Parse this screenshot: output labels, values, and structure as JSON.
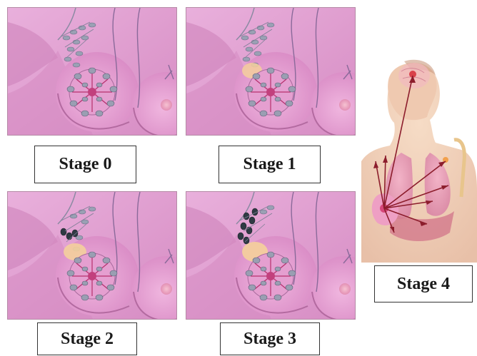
{
  "stages": [
    {
      "label": "Stage 0"
    },
    {
      "label": "Stage 1"
    },
    {
      "label": "Stage 2"
    },
    {
      "label": "Stage 3"
    },
    {
      "label": "Stage 4"
    }
  ],
  "colors": {
    "skin": "#e7a6d6",
    "skin_shadow": "#c97ab4",
    "lymph": "#8f8fa0",
    "nipple": "#f0b0c8",
    "tumor": "#f4cf9c",
    "metastasis_arrow": "#8c1d2c"
  }
}
